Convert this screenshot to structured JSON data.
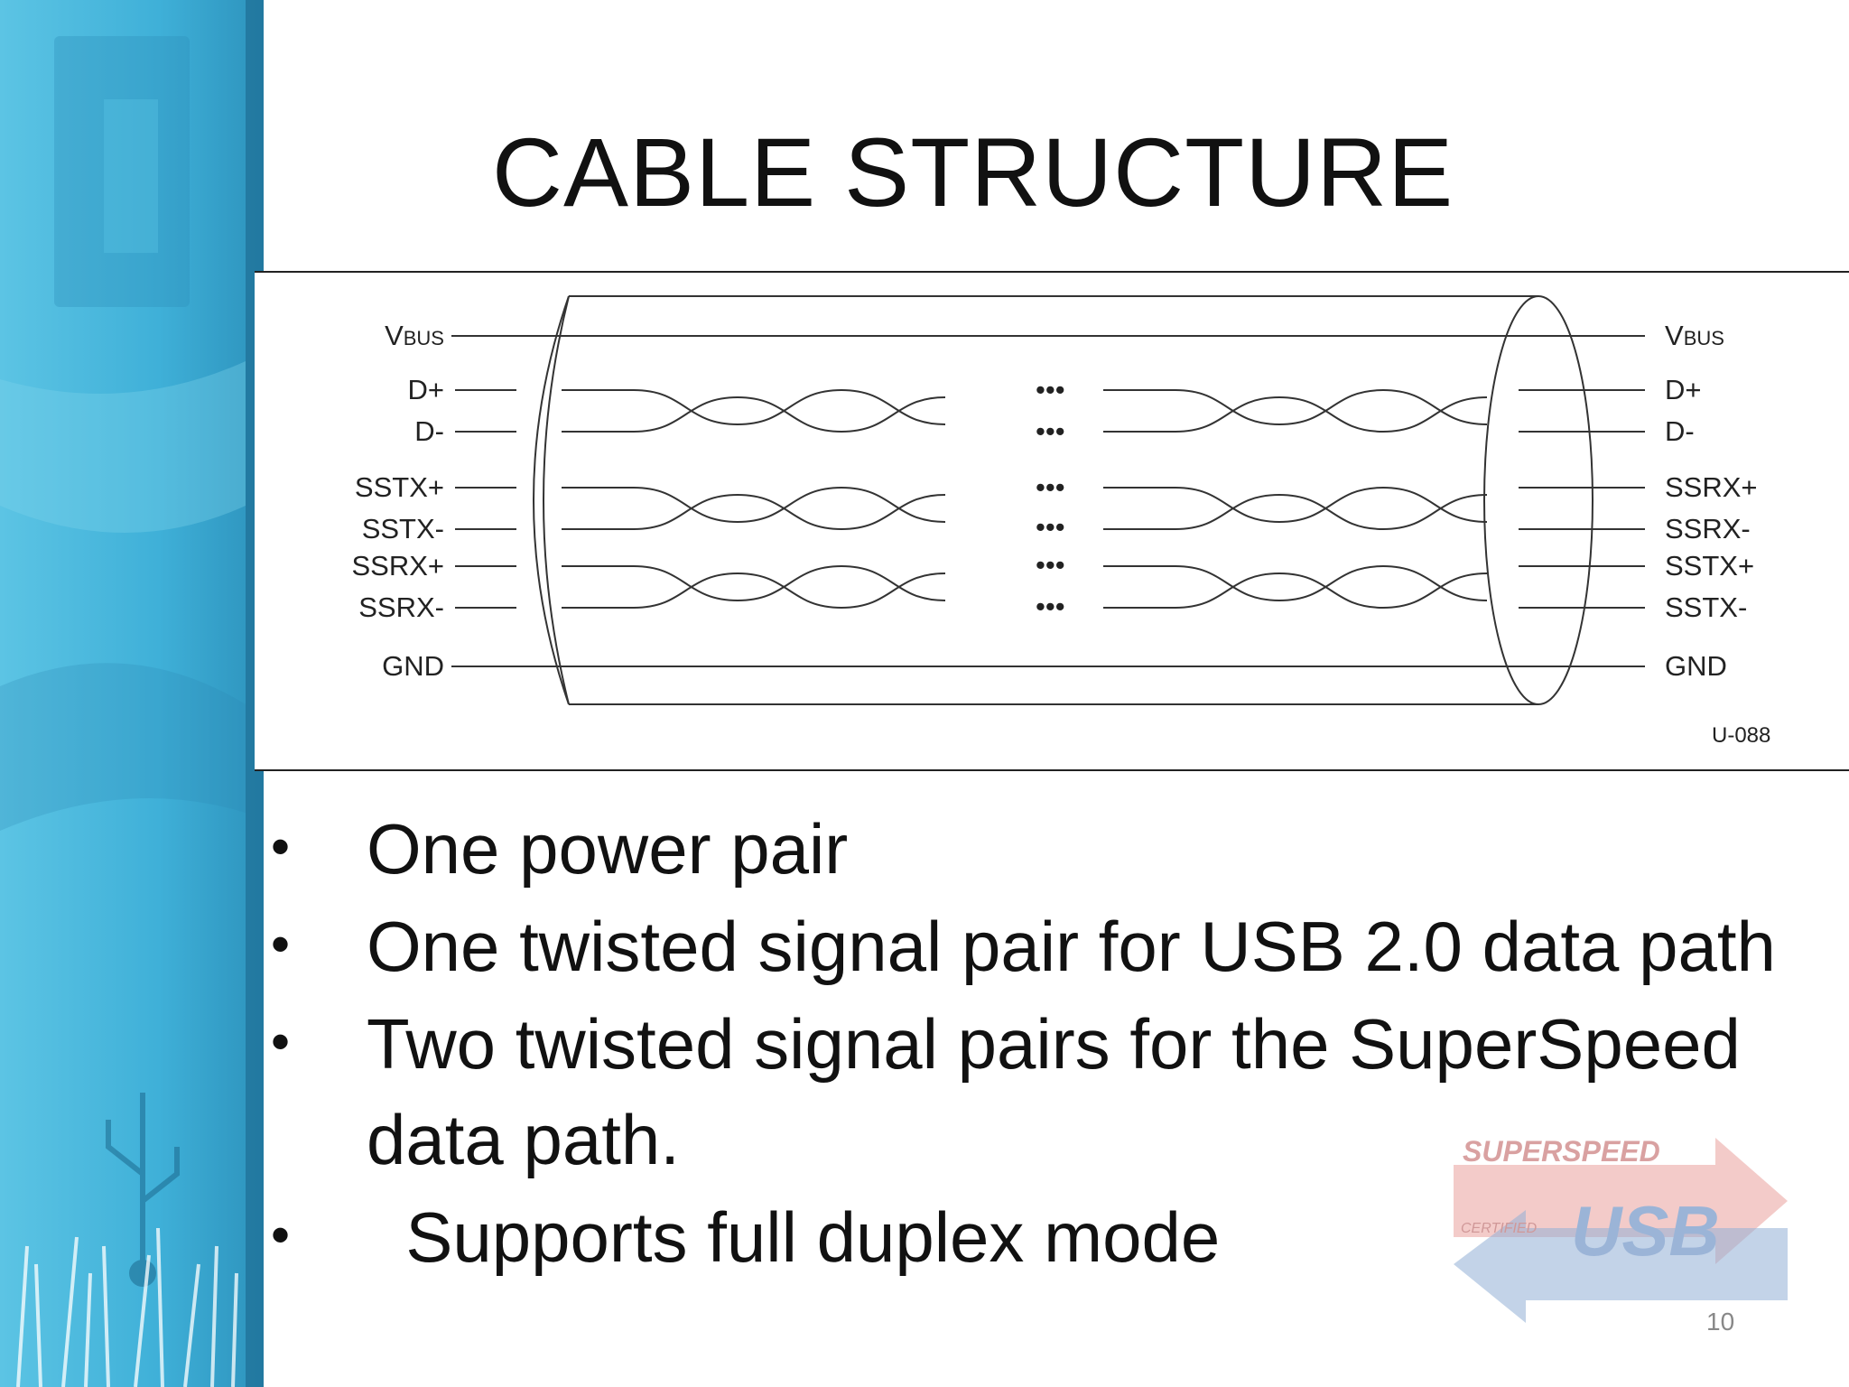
{
  "slide": {
    "title": "CABLE STRUCTURE",
    "page_number": "10"
  },
  "diagram": {
    "left_labels": {
      "vbus_main": "V",
      "vbus_sub": "BUS",
      "dp": "D+",
      "dm": "D-",
      "sstx_p": "SSTX+",
      "sstx_m": "SSTX-",
      "ssrx_p": "SSRX+",
      "ssrx_m": "SSRX-",
      "gnd": "GND"
    },
    "right_labels": {
      "vbus_main": "V",
      "vbus_sub": "BUS",
      "dp": "D+",
      "dm": "D-",
      "ssrx_p": "SSRX+",
      "ssrx_m": "SSRX-",
      "sstx_p": "SSTX+",
      "sstx_m": "SSTX-",
      "gnd": "GND"
    },
    "figure_id": "U-088",
    "ellipsis": "•••"
  },
  "bullets": [
    "One power pair",
    "One twisted signal pair for USB 2.0 data path",
    "Two twisted signal pairs for the SuperSpeed",
    "data path.",
    "  Supports full duplex mode"
  ],
  "logo": {
    "top_text": "SUPERSPEED",
    "main_text": "USB",
    "side_text": "CERTIFIED"
  },
  "colors": {
    "sidebar": "#3fb4d9",
    "sidebar_dark": "#2a8fb8",
    "logo_red": "#d9534f",
    "logo_blue": "#3a6fb5"
  }
}
